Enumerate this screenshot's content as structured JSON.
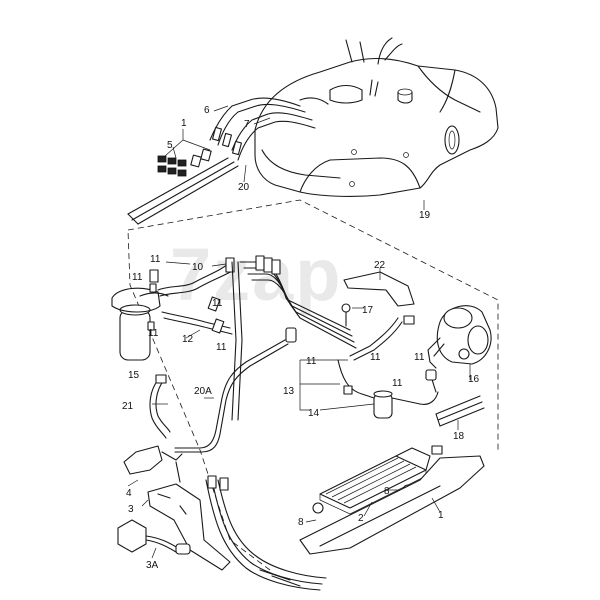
{
  "watermark": "7zap",
  "callouts": {
    "c1_top": "1",
    "c5": "5",
    "c6": "6",
    "c7": "7",
    "c20_top": "20",
    "c19": "19",
    "c22": "22",
    "c11_a": "11",
    "c11_b": "11",
    "c10": "10",
    "c17": "17",
    "c11_c": "11",
    "c11_d": "11",
    "c11_e": "11",
    "c11_f": "11",
    "c11_g": "11",
    "c11_h": "11",
    "c11_i": "11",
    "c12": "12",
    "c15": "15",
    "c16": "16",
    "c13": "13",
    "c14": "14",
    "c21": "21",
    "c20a": "20A",
    "c18": "18",
    "c4": "4",
    "c3": "3",
    "c8_a": "8",
    "c8_b": "8",
    "c2": "2",
    "c1_bottom": "1",
    "c3a": "3A"
  },
  "icons": [
    "fuel-tank-icon",
    "fuel-filter-icon",
    "charcoal-canister-icon",
    "fuel-cooler-icon",
    "valve-icon"
  ]
}
